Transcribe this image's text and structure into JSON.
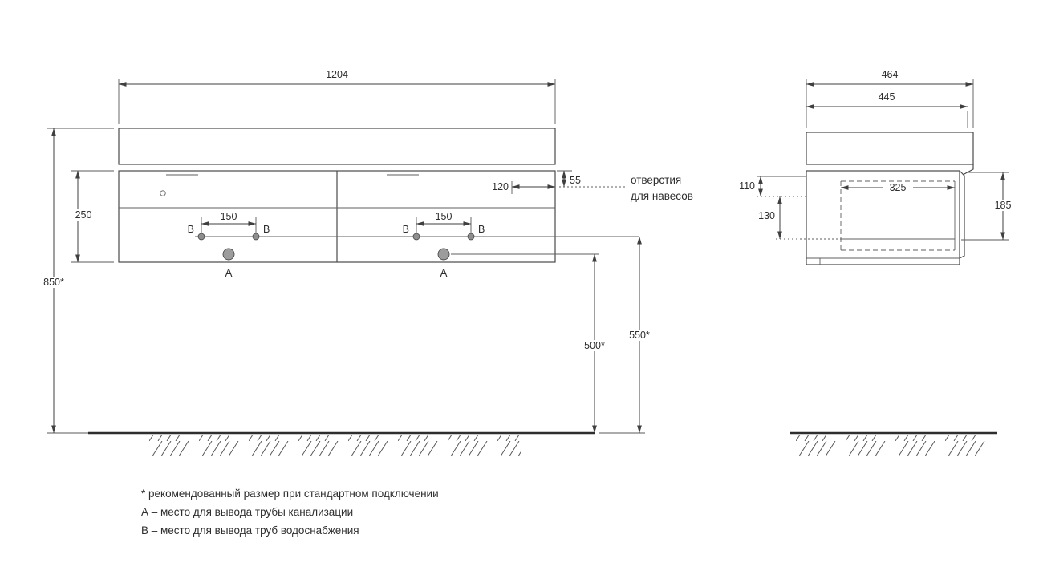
{
  "document": {
    "type": "technical-drawing",
    "background": "#ffffff",
    "line_color": "#4a4a4a"
  },
  "front_view": {
    "width": "1204",
    "body_height": "250",
    "mount_height_total": "850*",
    "hanger_offset_x": "120",
    "hanger_offset_y": "55",
    "hanger_note": [
      "отверстия",
      "для навесов"
    ],
    "left_ports_spacing": "150",
    "right_ports_spacing": "150",
    "port_b_labels": [
      "В",
      "В",
      "В",
      "В"
    ],
    "port_a_labels": [
      "А",
      "А"
    ],
    "drain_height": "500*",
    "water_height": "550*"
  },
  "side_view": {
    "overall_depth": "464",
    "body_depth": "445",
    "inner_depth": "325",
    "top_clearance": "110",
    "mid_clearance": "130",
    "front_height": "185"
  },
  "legend": {
    "note_asterisk": "* рекомендованный размер при стандартном подключении",
    "note_a": "А – место для вывода трубы канализации",
    "note_b": "В – место для вывода труб водоснабжения"
  }
}
